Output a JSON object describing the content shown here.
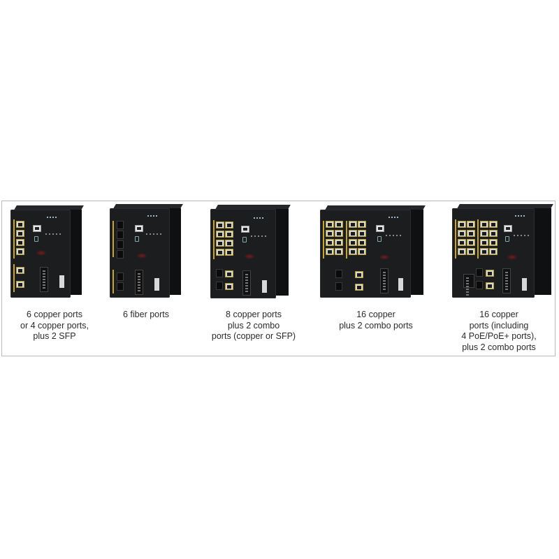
{
  "panel": {
    "products": [
      {
        "id": "ie-6-port-copper",
        "image_alt": "Compact industrial Ethernet switch with 6 copper ports",
        "caption_lines": [
          "6 copper ports",
          "or 4 copper ports,",
          "plus 2 SFP"
        ]
      },
      {
        "id": "ie-6-port-fiber",
        "image_alt": "Compact industrial Ethernet switch with 6 fiber ports",
        "caption_lines": [
          "6 fiber ports"
        ]
      },
      {
        "id": "ie-8-copper-2-combo",
        "image_alt": "Industrial Ethernet switch with 8 copper ports and 2 combo ports",
        "caption_lines": [
          "8 copper ports",
          "plus 2 combo",
          "ports (copper or SFP)"
        ]
      },
      {
        "id": "ie-16-copper-2-combo",
        "image_alt": "Industrial Ethernet switch with 16 copper ports and 2 combo ports",
        "caption_lines": [
          "16 copper",
          "plus 2 combo ports"
        ]
      },
      {
        "id": "ie-16-copper-poe-2-combo",
        "image_alt": "Industrial Ethernet switch with 16 copper ports including PoE and 2 combo ports",
        "caption_lines": [
          "16 copper",
          "ports (including",
          "4 PoE/PoE+ ports),",
          "plus 2 combo ports"
        ]
      }
    ]
  },
  "colors": {
    "device_body": "#1c1d1f",
    "port_trim_gold": "#c5a53a",
    "caption_text": "#2a2a2a",
    "panel_border": "#b9b9b9"
  }
}
